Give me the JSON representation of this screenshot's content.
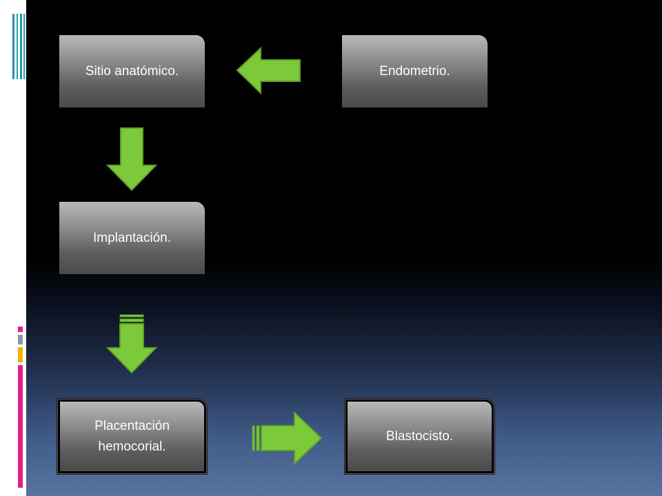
{
  "diagram": {
    "nodes": {
      "sitio": "Sitio anatómico.",
      "endometrio": "Endometrio.",
      "implantacion": "Implantación.",
      "placentacion": "Placentación hemocorial.",
      "blastocisto": "Blastocisto."
    },
    "edges": [
      {
        "from": "Endometrio.",
        "to": "Sitio anatómico."
      },
      {
        "from": "Sitio anatómico.",
        "to": "Implantación."
      },
      {
        "from": "Implantación.",
        "to": "Placentación hemocorial."
      },
      {
        "from": "Placentación hemocorial.",
        "to": "Blastocisto."
      }
    ]
  },
  "colors": {
    "arrow_fill": "#7cc93a",
    "arrow_stroke": "#5fa02a",
    "node_text": "#ffffff",
    "accent_magenta": "#e0218a",
    "accent_gray": "#8a97a6",
    "accent_yellow": "#f0b400",
    "accent_teal": "#1fa0a8"
  }
}
